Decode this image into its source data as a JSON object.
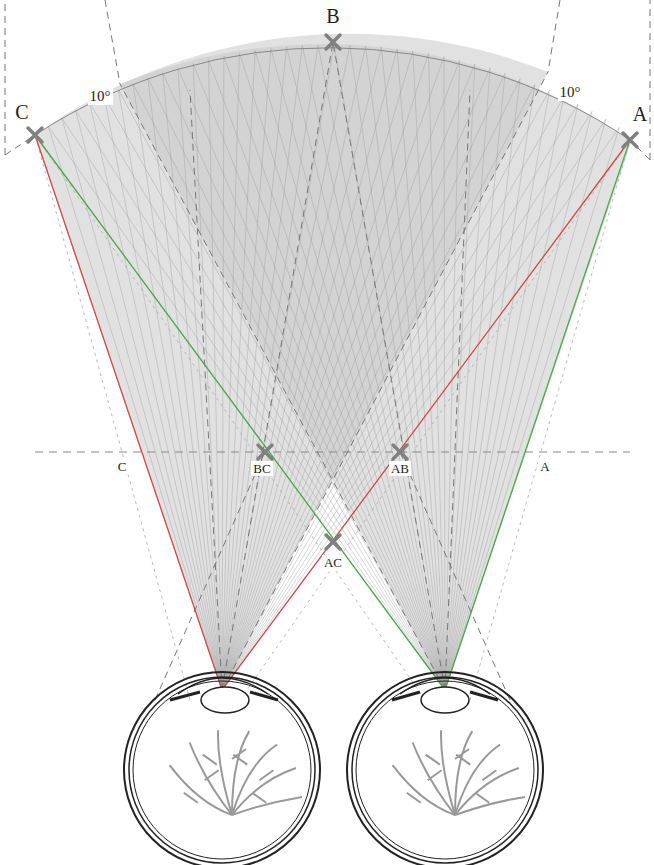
{
  "diagram": {
    "labels": [
      "C",
      "B",
      "A",
      "10°",
      "10°",
      "C",
      "BC",
      "AB",
      "A",
      "AC"
    ]
  }
}
